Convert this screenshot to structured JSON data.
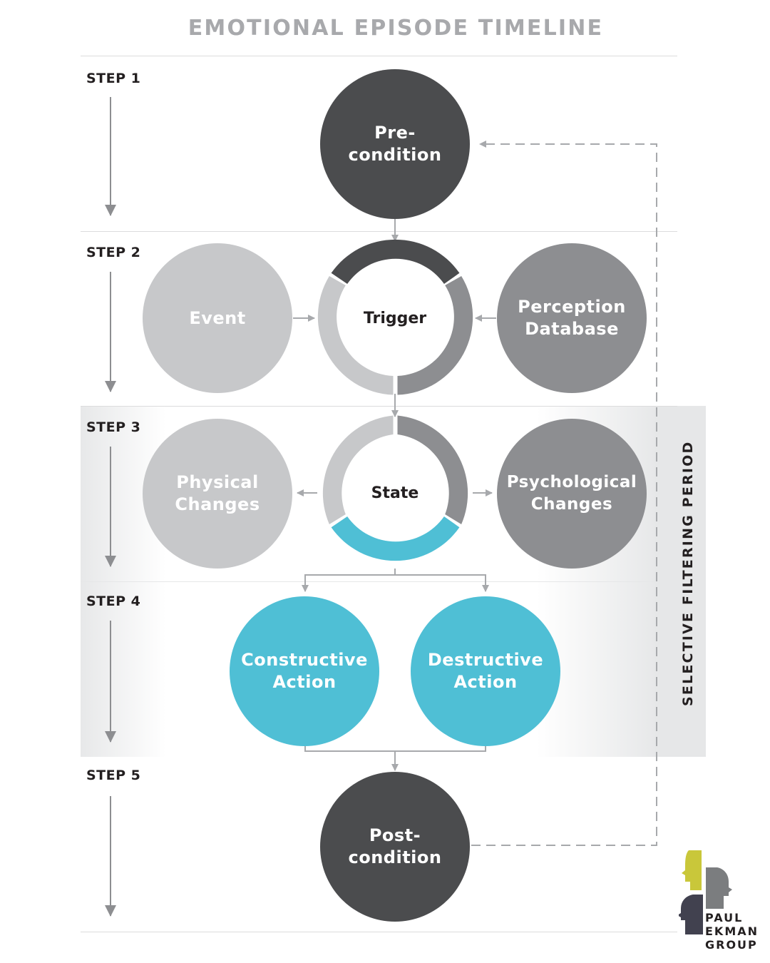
{
  "title": "EMOTIONAL EPISODE TIMELINE",
  "steps": [
    "STEP 1",
    "STEP 2",
    "STEP 3",
    "STEP 4",
    "STEP 5"
  ],
  "nodes": {
    "precondition": "Pre-\ncondition",
    "event": "Event",
    "trigger": "Trigger",
    "perception_database": "Perception\nDatabase",
    "physical_changes": "Physical\nChanges",
    "state": "State",
    "psychological_changes": "Psychological\nChanges",
    "constructive_action": "Constructive\nAction",
    "destructive_action": "Destructive\nAction",
    "postcondition": "Post-\ncondition"
  },
  "side_label": "SELECTIVE FILTERING PERIOD",
  "logo": {
    "line1": "PAUL",
    "line2": "EKMAN",
    "line3": "GROUP"
  },
  "colors": {
    "dark": "#4b4c4e",
    "light": "#c7c8ca",
    "mid": "#8d8e91",
    "teal": "#4fbfd5",
    "connector": "#a7a9ac"
  }
}
